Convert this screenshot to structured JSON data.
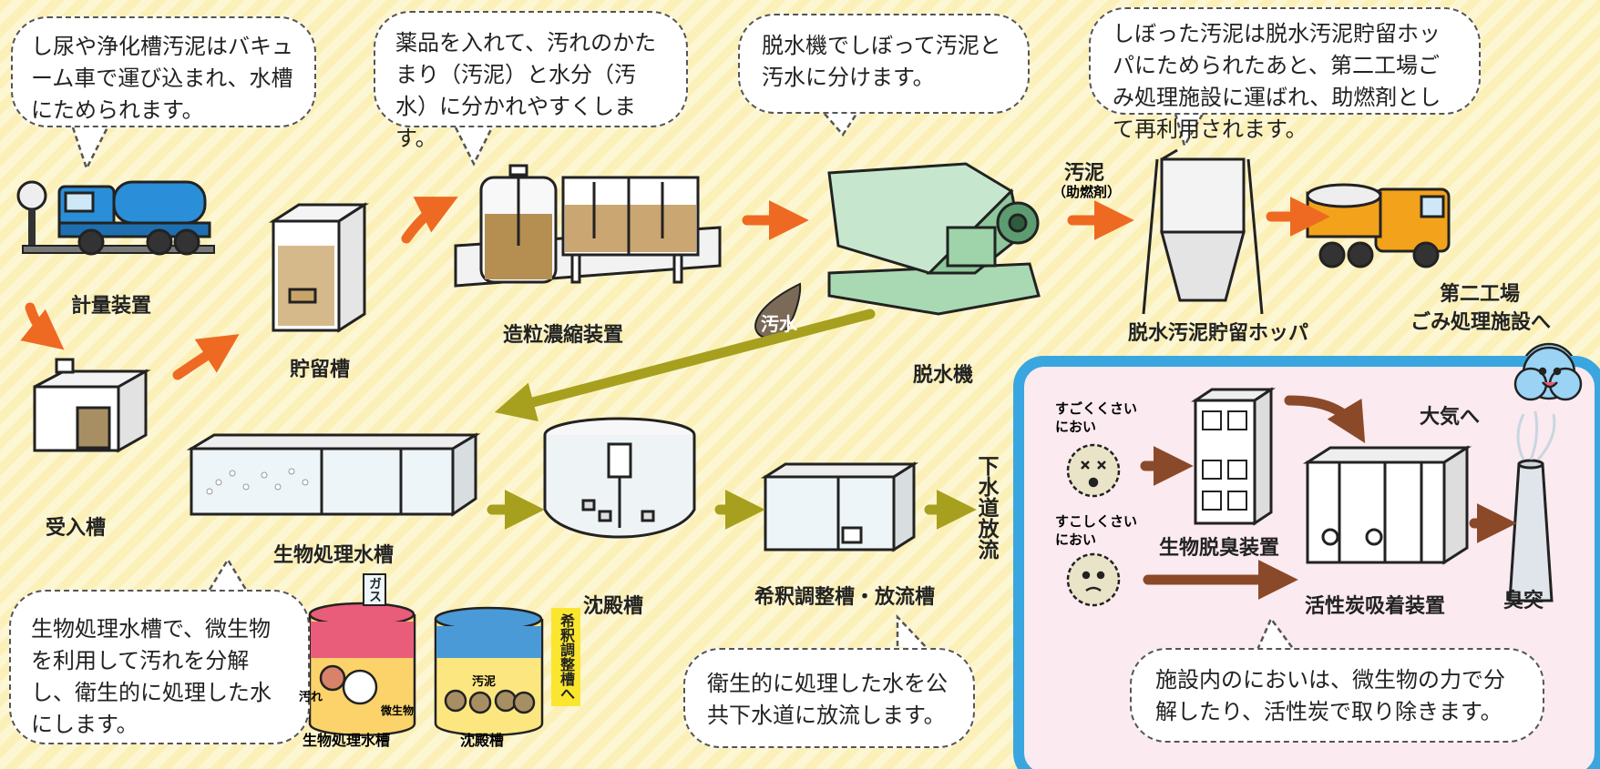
{
  "bubbles": {
    "intake": "し尿や浄化槽汚泥はバキューム車で運び込まれ、水槽にためられます。",
    "chemicals": "薬品を入れて、汚れのかたまり（汚泥）と水分（汚水）に分かれやすくします。",
    "dewater": "脱水機でしぼって汚泥と汚水に分けます。",
    "hopper": "しぼった汚泥は脱水汚泥貯留ホッパにためられたあと、第二工場ごみ処理施設に運ばれ、助燃剤として再利用されます。",
    "bio": "生物処理水槽で、微生物を利用して汚れを分解し、衛生的に処理した水にします。",
    "discharge": "衛生的に処理した水を公共下水道に放流します。",
    "odor": "施設内のにおいは、微生物の力で分解したり、活性炭で取り除きます。"
  },
  "labels": {
    "scale": "計量装置",
    "receiving": "受入槽",
    "storage": "貯留槽",
    "granulation": "造粒濃縮装置",
    "dewatering": "脱水機",
    "hopper": "脱水汚泥貯留ホッパ",
    "plant2_line1": "第二工場",
    "plant2_line2": "ごみ処理施設へ",
    "bio_tank": "生物処理水槽",
    "sedimentation": "沈殿槽",
    "dilution": "希釈調整槽・放流槽",
    "sewer": "下水道放流",
    "sludge": "汚泥",
    "sludge_note": "（助燃剤）",
    "wastewater": "汚水"
  },
  "inset": {
    "bio_tank": "生物処理水槽",
    "sedimentation": "沈殿槽",
    "gas": "ガス",
    "dirt": "汚れ",
    "microbe": "微生物",
    "sludge": "汚泥",
    "to_dilution": "希釈調整槽へ"
  },
  "odor": {
    "strong_line1": "すごくくさい",
    "strong_line2": "におい",
    "mild_line1": "すこしくさい",
    "mild_line2": "におい",
    "bio_deodorizer": "生物脱臭装置",
    "carbon": "活性炭吸着装置",
    "stack": "臭突",
    "atmosphere": "大気へ"
  },
  "colors": {
    "orange_arrow": "#ee6a22",
    "olive_arrow": "#a7a01e",
    "brown_arrow": "#8a4a2a",
    "panel_border": "#3aa6df",
    "panel_bg": "#fbeaf0",
    "truck_blue": "#2a8ed8",
    "truck_orange": "#f3a21b",
    "machine_green": "#a9d9b3"
  }
}
